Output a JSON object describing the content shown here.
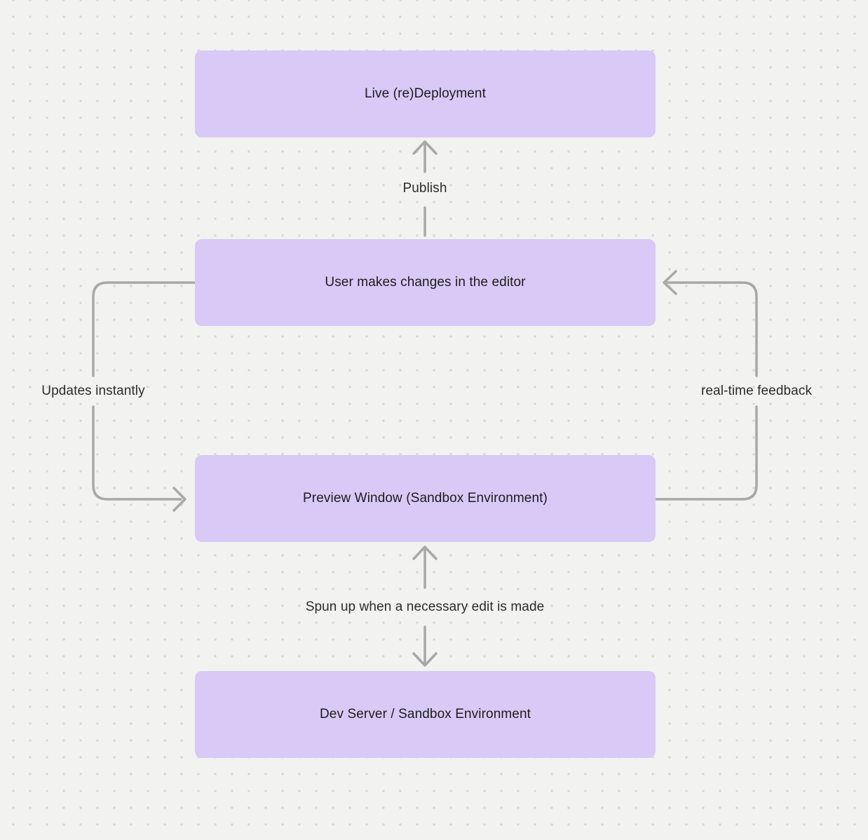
{
  "diagram": {
    "nodes": [
      {
        "id": "live-redeployment",
        "label": "Live (re)Deployment"
      },
      {
        "id": "user-editor",
        "label": "User makes changes in the editor"
      },
      {
        "id": "preview-window",
        "label": "Preview Window (Sandbox Environment)"
      },
      {
        "id": "dev-server",
        "label": "Dev Server / Sandbox Environment"
      }
    ],
    "edges": [
      {
        "id": "publish",
        "label": "Publish",
        "from": "user-editor",
        "to": "live-redeployment",
        "direction": "up"
      },
      {
        "id": "updates-instantly",
        "label": "Updates instantly",
        "from": "user-editor",
        "to": "preview-window",
        "direction": "left-loop"
      },
      {
        "id": "real-time-feedback",
        "label": "real-time feedback",
        "from": "preview-window",
        "to": "user-editor",
        "direction": "right-loop"
      },
      {
        "id": "spun-up",
        "label": "Spun up when a necessary edit is made",
        "from": "dev-server",
        "to": "preview-window",
        "direction": "both"
      }
    ],
    "colors": {
      "background": "#f2f2f1",
      "dot": "#d8d8d8",
      "node_fill": "#d9c9f7",
      "node_text": "#1c1c1c",
      "arrow": "#a8a8a8",
      "edge_label_text": "#2c2c2c"
    }
  }
}
